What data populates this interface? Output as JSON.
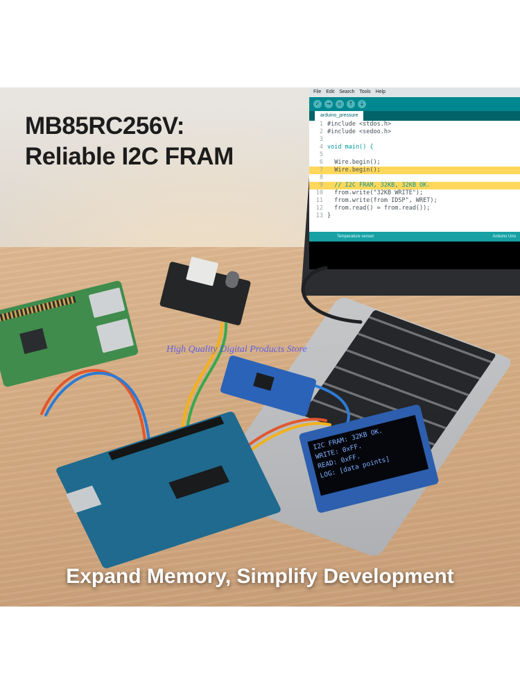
{
  "headline": {
    "line1": "MB85RC256V:",
    "line2": "Reliable I2C FRAM"
  },
  "tagline": "Expand Memory, Simplify Development",
  "watermark": "High Quality Digital Products Store",
  "ide": {
    "menu": [
      "File",
      "Edit",
      "Search",
      "Tools",
      "Help"
    ],
    "tab": "arduino_pressure",
    "code_lines": [
      {
        "n": "1",
        "text": "#include <stdos.h>"
      },
      {
        "n": "2",
        "text": "#include <sedoo.h>"
      },
      {
        "n": "3",
        "text": ""
      },
      {
        "n": "4",
        "text": "void main() {"
      },
      {
        "n": "5",
        "text": ""
      },
      {
        "n": "6",
        "text": "  Wire.begin();"
      },
      {
        "n": "7",
        "text": "  Wire.begin();"
      },
      {
        "n": "8",
        "text": ""
      },
      {
        "n": "9",
        "text": "  // I2C FRAM, 32KB, 32KB OK."
      },
      {
        "n": "10",
        "text": "  from.write(\"32KB WRITE\");"
      },
      {
        "n": "11",
        "text": "  from.write(from IDSP\", WRET);"
      },
      {
        "n": "12",
        "text": "  from.read() = from.read());"
      },
      {
        "n": "13",
        "text": "}"
      }
    ],
    "console_label": "Temperature sensor",
    "status_right": "Arduino Uno"
  },
  "oled": {
    "lines": [
      "I2C FRAM: 32KB OK.",
      "WRITE: 0xFF.",
      "READ: 0xFF.",
      "LOG: [data points]"
    ]
  },
  "colors": {
    "ide_teal": "#00878f",
    "highlight": "#ffd75a",
    "oled_text": "#7fb0ff",
    "board_blue": "#2a63b8"
  }
}
